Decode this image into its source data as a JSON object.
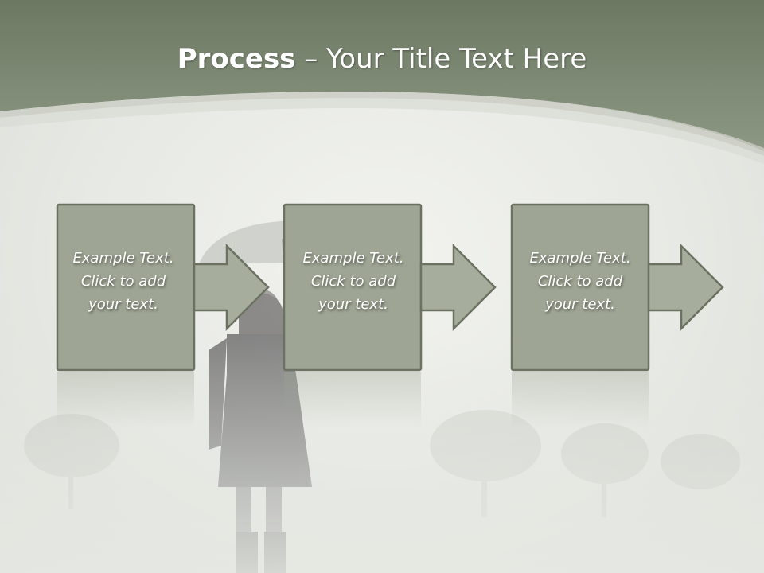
{
  "slide": {
    "title_bold": "Process",
    "title_rest": " – Your Title Text Here"
  },
  "steps": [
    {
      "line1": "Example Text.",
      "line2": "Click  to add",
      "line3": "your text."
    },
    {
      "line1": "Example Text.",
      "line2": "Click  to add",
      "line3": "your text."
    },
    {
      "line1": "Example Text.",
      "line2": "Click  to add",
      "line3": "your text."
    }
  ],
  "colors": {
    "header": "#7a8670",
    "box_fill": "#9ea594",
    "box_border": "#6b7262",
    "arrow_fill": "#a7ad9c",
    "text": "#ffffff"
  },
  "icons": [
    "person-with-umbrella-illustration"
  ]
}
